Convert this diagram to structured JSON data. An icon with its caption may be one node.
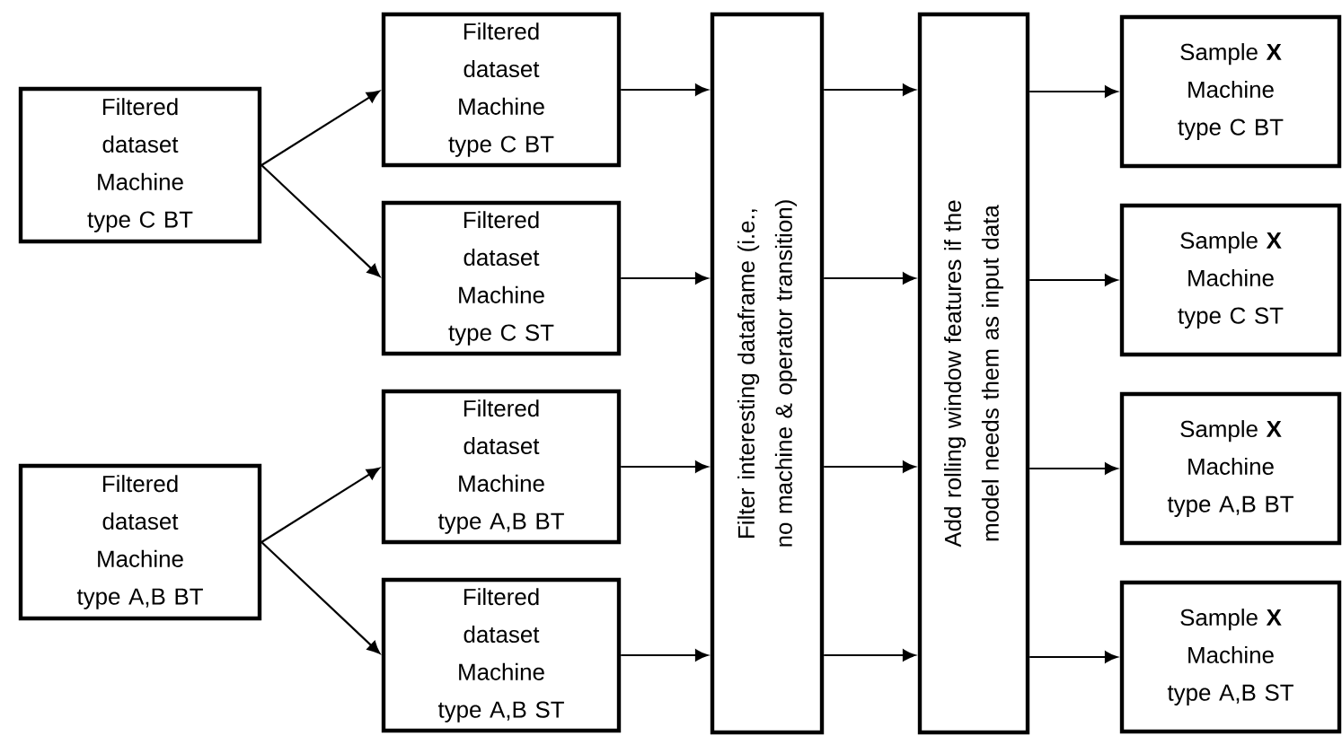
{
  "diagram": {
    "nodes": [
      {
        "text": [
          "Filtered dataset Machine type C BT"
        ]
      },
      {
        "text": [
          "Filtered dataset Machine type A,B BT"
        ]
      },
      {
        "text": [
          "Filtered dataset Machine type C BT"
        ]
      },
      {
        "text": [
          "Filtered dataset Machine type C ST"
        ]
      },
      {
        "text": [
          "Filtered dataset Machine type A,B BT"
        ]
      },
      {
        "text": [
          "Filtered dataset Machine type A,B ST"
        ]
      },
      {
        "text": [
          "Filter interesting dataframe (i.e., no machine & operator transition)"
        ]
      },
      {
        "text": [
          "Add rolling window features if the model needs them as input data"
        ]
      },
      {
        "text": [
          "Sample **X** Machine type C BT"
        ]
      },
      {
        "text": [
          "Sample **X** Machine type C ST"
        ]
      },
      {
        "text": [
          "Sample **X** Machine type A,B BT"
        ]
      },
      {
        "text": [
          "Sample **X** Machine type A,B ST"
        ]
      }
    ],
    "edges": [
      {
        "from": 0,
        "to": 2,
        "arrow": "to"
      },
      {
        "from": 0,
        "to": 3,
        "arrow": "to"
      },
      {
        "from": 1,
        "to": 4,
        "arrow": "to"
      },
      {
        "from": 1,
        "to": 5,
        "arrow": "to"
      },
      {
        "from": 2,
        "to": 6,
        "arrow": "to"
      },
      {
        "from": 3,
        "to": 6,
        "arrow": "to"
      },
      {
        "from": 4,
        "to": 6,
        "arrow": "to"
      },
      {
        "from": 5,
        "to": 6,
        "arrow": "to"
      },
      {
        "from": 6,
        "to": 7,
        "arrow": "to"
      },
      {
        "from": 6,
        "to": 7,
        "arrow": "to"
      },
      {
        "from": 6,
        "to": 7,
        "arrow": "to"
      },
      {
        "from": 6,
        "to": 7,
        "arrow": "to"
      },
      {
        "from": 7,
        "to": 8,
        "arrow": "to"
      },
      {
        "from": 7,
        "to": 9,
        "arrow": "to"
      },
      {
        "from": 7,
        "to": 10,
        "arrow": "to"
      },
      {
        "from": 7,
        "to": 11,
        "arrow": "to"
      }
    ]
  }
}
